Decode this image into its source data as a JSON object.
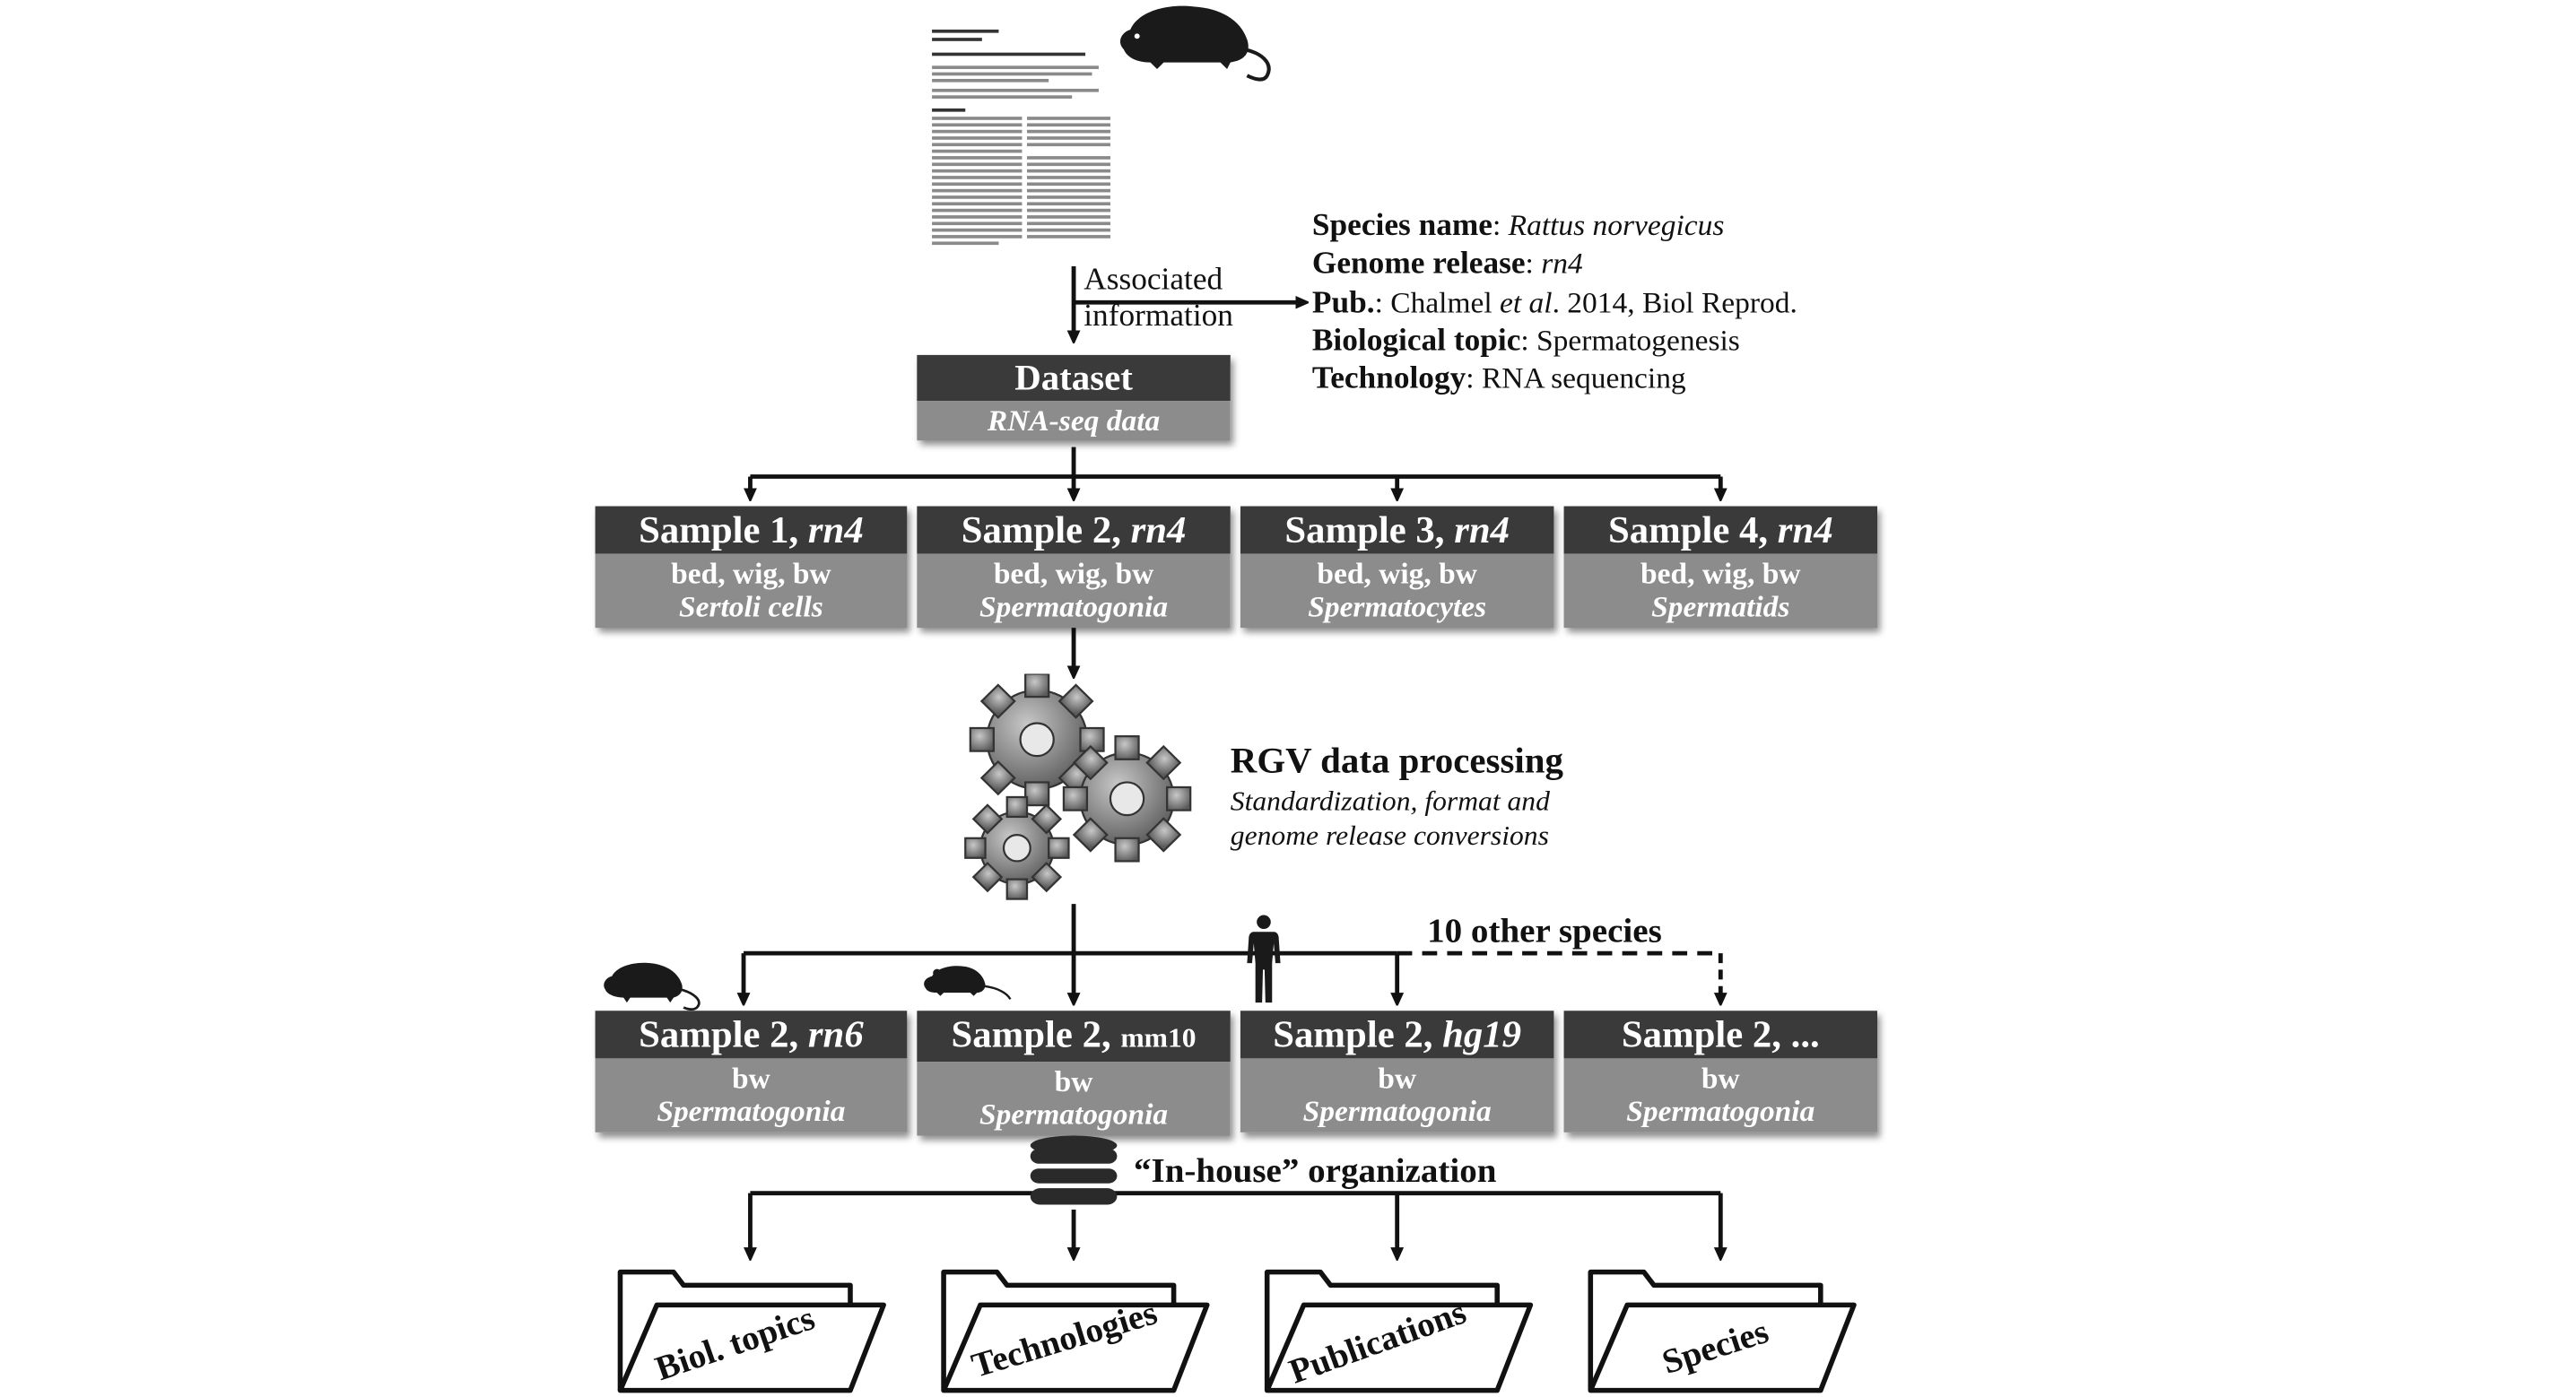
{
  "associated_label": [
    "Associated",
    "information"
  ],
  "info": {
    "species_label": "Species name",
    "species_value": "Rattus norvegicus",
    "genome_label": "Genome release",
    "genome_value": "rn4",
    "pub_label": "Pub.",
    "pub_author": "Chalmel",
    "pub_etal": "et al",
    "pub_rest": ". 2014, Biol Reprod.",
    "topic_label": "Biological topic",
    "topic_value": "Spermatogenesis",
    "tech_label": "Technology",
    "tech_value": "RNA sequencing"
  },
  "dataset": {
    "title": "Dataset",
    "subtitle": "RNA-seq data"
  },
  "samples": [
    {
      "name": "Sample 1, ",
      "release": "rn4",
      "formats": "bed, wig, bw",
      "cell": "Sertoli cells"
    },
    {
      "name": "Sample 2, ",
      "release": "rn4",
      "formats": "bed, wig, bw",
      "cell": "Spermatogonia"
    },
    {
      "name": "Sample 3, ",
      "release": "rn4",
      "formats": "bed, wig, bw",
      "cell": "Spermatocytes"
    },
    {
      "name": "Sample 4, ",
      "release": "rn4",
      "formats": "bed, wig, bw",
      "cell": "Spermatids"
    }
  ],
  "processing": {
    "title": "RGV data processing",
    "subtitle_line1": "Standardization, format and",
    "subtitle_line2": "genome release conversions"
  },
  "other_species": "10 other species",
  "converted": [
    {
      "name": "Sample 2, ",
      "release": "rn6",
      "format": "bw",
      "cell": "Spermatogonia"
    },
    {
      "name": "Sample 2, ",
      "release": "mm10",
      "format": "bw",
      "cell": "Spermatogonia"
    },
    {
      "name": "Sample 2, ",
      "release": "hg19",
      "format": "bw",
      "cell": "Spermatogonia"
    },
    {
      "name": "Sample 2, ",
      "release": "...",
      "format": "bw",
      "cell": "Spermatogonia"
    }
  ],
  "organization": "“In-house” organization",
  "folders": [
    "Biol. topics",
    "Technologies",
    "Publications",
    "Species"
  ],
  "icons": [
    "rat-icon",
    "mouse-icon",
    "human-icon",
    "gears-icon",
    "database-icon",
    "folder-icon",
    "paper-thumbnail"
  ],
  "colors": {
    "box_dark": "#3a3a3a",
    "box_light": "#8c8c8c"
  }
}
